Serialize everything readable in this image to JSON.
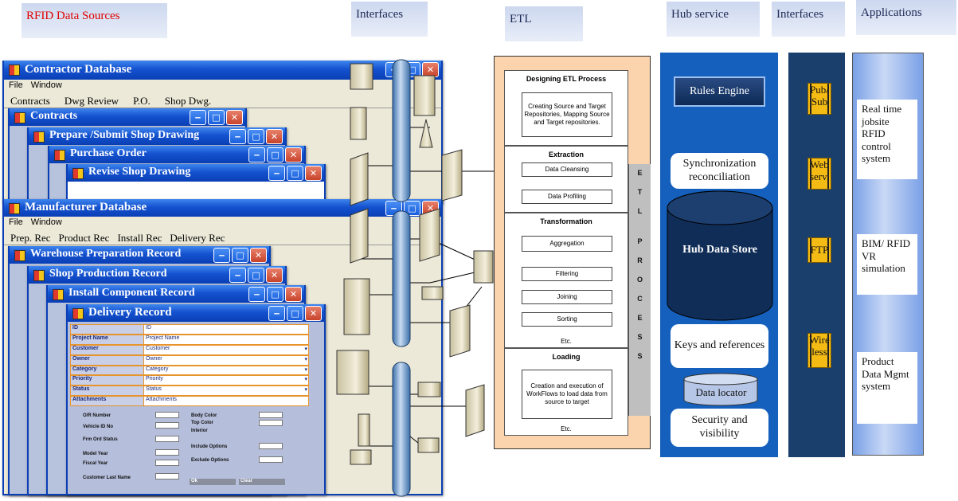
{
  "headers": {
    "rfid": "RFID Data Sources",
    "interfaces1": "Interfaces",
    "etl": "ETL",
    "hub": "Hub service",
    "interfaces2": "Interfaces",
    "applications": "Applications"
  },
  "contractor": {
    "title": "Contractor Database",
    "menu": [
      "File",
      "Window"
    ],
    "tabs": [
      "Contracts",
      "Dwg Review",
      "P.O.",
      "Shop Dwg."
    ],
    "windows": [
      "Contracts",
      "Prepare /Submit Shop Drawing",
      "Purchase Order",
      "Revise Shop Drawing"
    ]
  },
  "manufacturer": {
    "title": "Manufacturer Database",
    "menu": [
      "File",
      "Window"
    ],
    "tabs": [
      "Prep. Rec",
      "Product Rec",
      "Install Rec",
      "Delivery Rec"
    ],
    "windows": [
      "Warehouse Preparation Record",
      "Shop Production Record",
      "Install Component Record",
      "Delivery Record"
    ]
  },
  "delivery_form": {
    "rows": [
      {
        "label": "ID",
        "value": "ID",
        "dropdown": false
      },
      {
        "label": "Project Name",
        "value": "Project Name",
        "dropdown": false
      },
      {
        "label": "Customer",
        "value": "Customer",
        "dropdown": true
      },
      {
        "label": "Owner",
        "value": "Owner",
        "dropdown": true
      },
      {
        "label": "Category",
        "value": "Category",
        "dropdown": true
      },
      {
        "label": "Priority",
        "value": "Priority",
        "dropdown": true
      },
      {
        "label": "Status",
        "value": "Status",
        "dropdown": true
      },
      {
        "label": "Attachments",
        "value": "Attachments",
        "dropdown": false
      }
    ],
    "left_fields": [
      "O/R Number",
      "Vehicle ID No",
      "Frm Ord Status",
      "Model Year",
      "Fiscal Year",
      "Customer Last Name"
    ],
    "right_fields": [
      "Body Color",
      "Top Color",
      "Interior",
      "Include Options",
      "Exclude Options"
    ],
    "ok_label": "Ok",
    "clear_label": "Clear"
  },
  "etl": {
    "sections": [
      {
        "title": "Designing ETL Process",
        "items": [
          "Creating Source and Target Repositories, Mapping Source and Target repositories."
        ],
        "etc": ""
      },
      {
        "title": "Extraction",
        "items": [
          "Data Cleansing",
          "Data Profiling"
        ],
        "etc": ""
      },
      {
        "title": "Transformation",
        "items": [
          "Aggregation",
          "Filtering",
          "Joining",
          "Sorting"
        ],
        "etc": "Etc."
      },
      {
        "title": "Loading",
        "items": [
          "Creation and execution of WorkFlows to load data from source to target"
        ],
        "etc": "Etc."
      }
    ],
    "side_label": [
      "E",
      "T",
      "L",
      "P",
      "R",
      "O",
      "C",
      "E",
      "S",
      "S"
    ]
  },
  "hub": {
    "rules_engine": "Rules Engine",
    "sync": "Synchronization reconciliation",
    "data_store": "Hub Data Store",
    "keys": "Keys and references",
    "locator": "Data locator",
    "security": "Security and visibility"
  },
  "interfaces2": [
    "Pub/ Sub",
    "Web serv.",
    "FTP",
    "Wire less"
  ],
  "applications": [
    "Real time jobsite RFID control system",
    "BIM/ RFID VR simulation",
    "Product Data Mgmt system"
  ],
  "colors": {
    "rfid_header": "#ff0000",
    "hub_bg": "#1560bd",
    "etl_bg": "#fbd4ad",
    "interface_box": "#f4bb15"
  }
}
